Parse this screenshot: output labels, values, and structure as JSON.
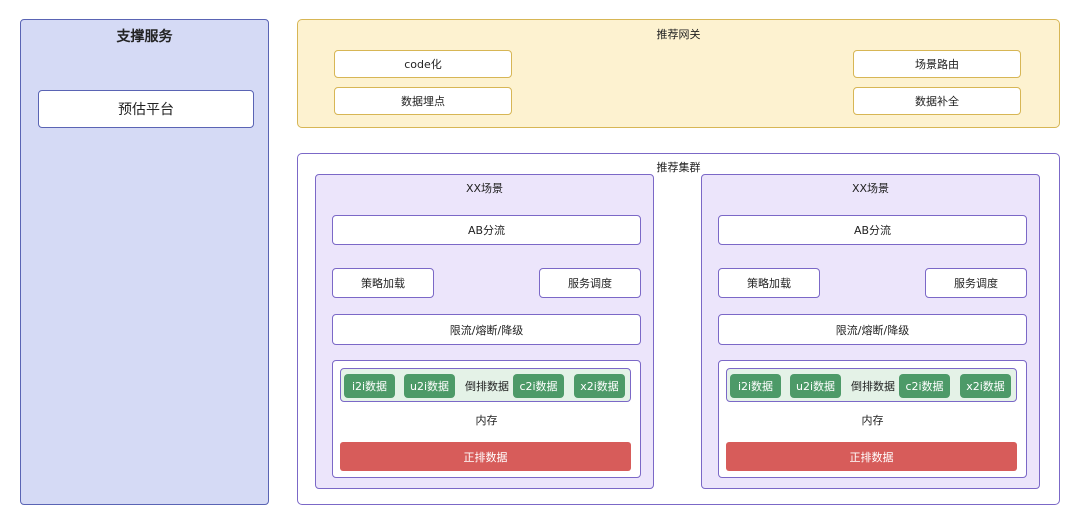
{
  "support": {
    "title": "支撑服务",
    "item": "预估平台"
  },
  "gateway": {
    "title": "推荐网关",
    "left_items": [
      "code化",
      "数据埋点"
    ],
    "right_items": [
      "场景路由",
      "数据补全"
    ]
  },
  "cluster": {
    "title": "推荐集群",
    "scenes": [
      {
        "title": "XX场景",
        "ab": "AB分流",
        "strategy": "策略加载",
        "schedule": "服务调度",
        "limit": "限流/熔断/降级",
        "chips": [
          "i2i数据",
          "u2i数据",
          "c2i数据",
          "x2i数据"
        ],
        "inverted": "倒排数据",
        "memory": "内存",
        "forward": "正排数据"
      },
      {
        "title": "XX场景",
        "ab": "AB分流",
        "strategy": "策略加载",
        "schedule": "服务调度",
        "limit": "限流/熔断/降级",
        "chips": [
          "i2i数据",
          "u2i数据",
          "c2i数据",
          "x2i数据"
        ],
        "inverted": "倒排数据",
        "memory": "内存",
        "forward": "正排数据"
      }
    ]
  },
  "colors": {
    "support_fill": "#d5daf5",
    "support_border": "#5a64b4",
    "gateway_fill": "#fdf2d0",
    "gateway_border": "#d7b655",
    "cluster_border": "#7b68c7",
    "scene_fill": "#ece5fb",
    "chip_fill": "#4d9a68",
    "ranking_fill": "#d75c5a"
  }
}
